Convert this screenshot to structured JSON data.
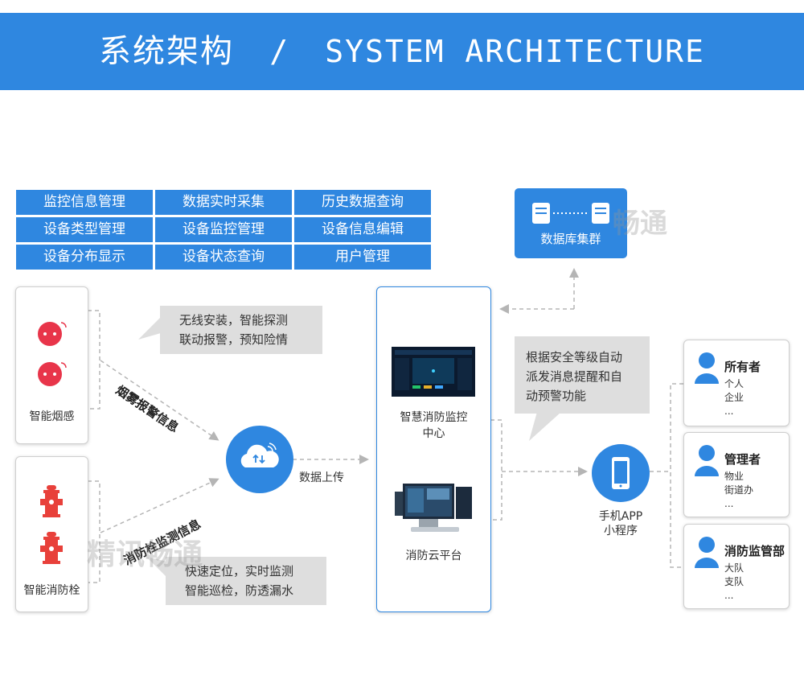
{
  "header": {
    "title_cn": "系统架构",
    "separator": "/",
    "title_en": "SYSTEM ARCHITECTURE"
  },
  "functions": [
    [
      "监控信息管理",
      "数据实时采集",
      "历史数据查询"
    ],
    [
      "设备类型管理",
      "设备监控管理",
      "设备信息编辑"
    ],
    [
      "设备分布显示",
      "设备状态查询",
      "用户管理"
    ]
  ],
  "devices": {
    "smoke": {
      "label": "智能烟感",
      "bubble": [
        "无线安装，智能探测",
        "联动报警，预知险情"
      ],
      "link_label": "烟雾报警信息"
    },
    "hydrant": {
      "label": "智能消防栓",
      "bubble": [
        "快速定位，实时监测",
        "智能巡检，防透漏水"
      ],
      "link_label": "消防栓监测信息"
    }
  },
  "cloud": {
    "label": "数据上传"
  },
  "center": {
    "monitor_label": "智慧消防监控中心",
    "platform_label": "消防云平台"
  },
  "database": {
    "label": "数据库集群"
  },
  "alert_bubble": [
    "根据安全等级自动",
    "派发消息提醒和自",
    "动预警功能"
  ],
  "app": {
    "label_line1": "手机APP",
    "label_line2": "小程序"
  },
  "roles": [
    {
      "title": "所有者",
      "items": [
        "个人",
        "企业",
        "..."
      ]
    },
    {
      "title": "管理者",
      "items": [
        "物业",
        "街道办",
        "..."
      ]
    },
    {
      "title": "消防监管部",
      "items": [
        "大队",
        "支队",
        "..."
      ]
    }
  ],
  "watermark": {
    "text": "精讯畅通",
    "text_partial": "畅通"
  },
  "colors": {
    "primary": "#2f87e0",
    "smoke_red": "#e8354a",
    "hydrant_red": "#e8403a",
    "bubble_gray": "#dedede",
    "arrow_gray": "#b5b5b5"
  }
}
